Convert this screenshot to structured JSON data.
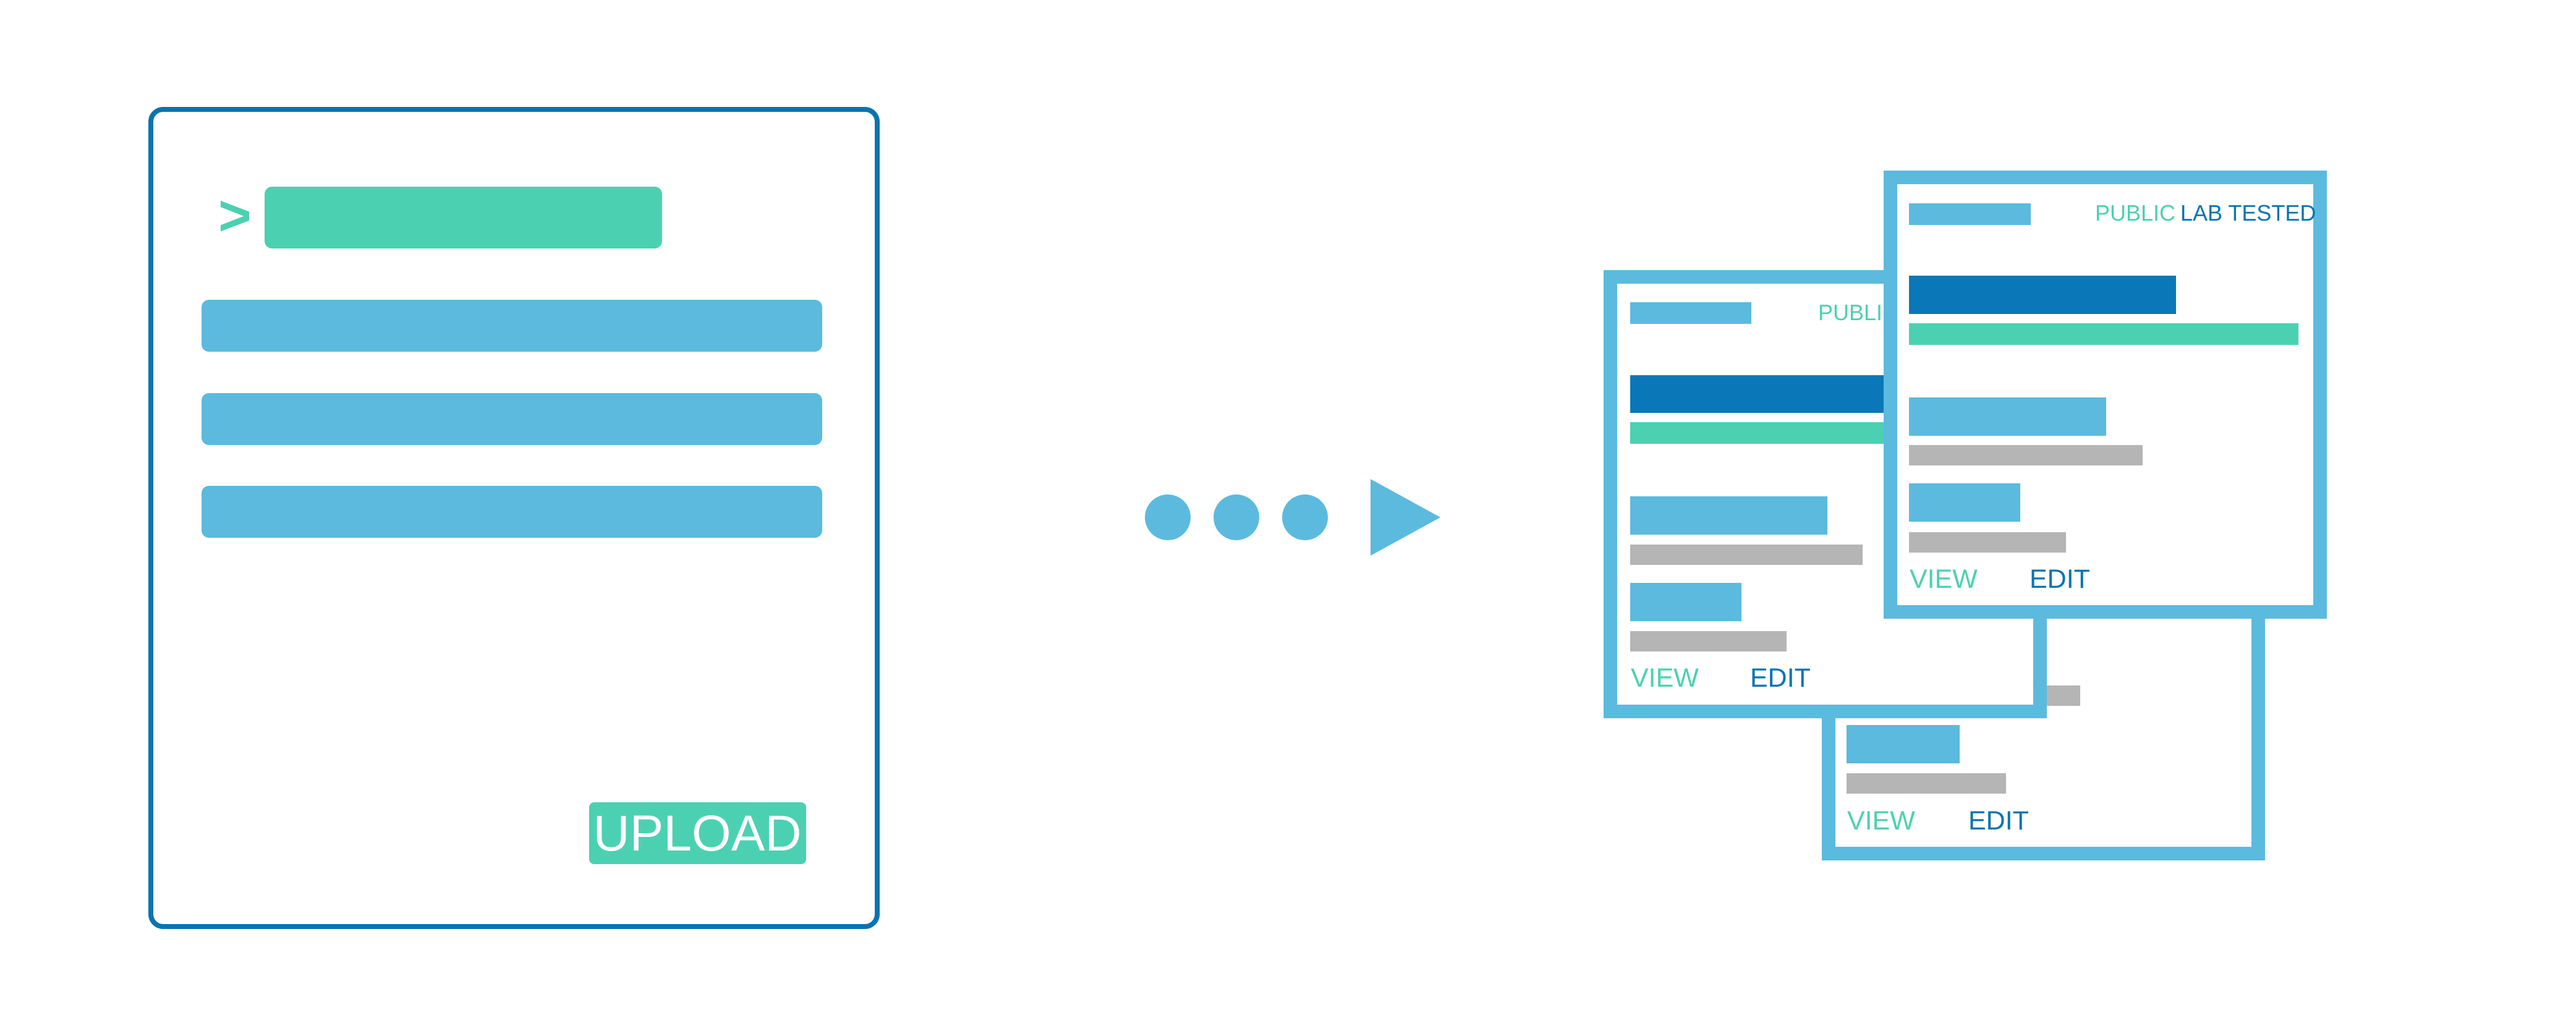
{
  "colors": {
    "primary_border": "#0a74b0",
    "light_blue": "#5bbade",
    "teal": "#4bd1b1",
    "dark_blue": "#0a78b8",
    "gray": "#b5b5b5",
    "white": "#ffffff"
  },
  "form": {
    "prompt_symbol": ">",
    "upload_label": "UPLOAD"
  },
  "arrow": {
    "icon": "ellipsis-arrow-icon"
  },
  "cards": {
    "back": {
      "view_label": "VIEW",
      "edit_label": "EDIT"
    },
    "middle": {
      "public_label": "PUBLIC",
      "view_label": "VIEW",
      "edit_label": "EDIT"
    },
    "front": {
      "public_label": "PUBLIC",
      "lab_label": "LAB TESTED",
      "view_label": "VIEW",
      "edit_label": "EDIT"
    }
  }
}
